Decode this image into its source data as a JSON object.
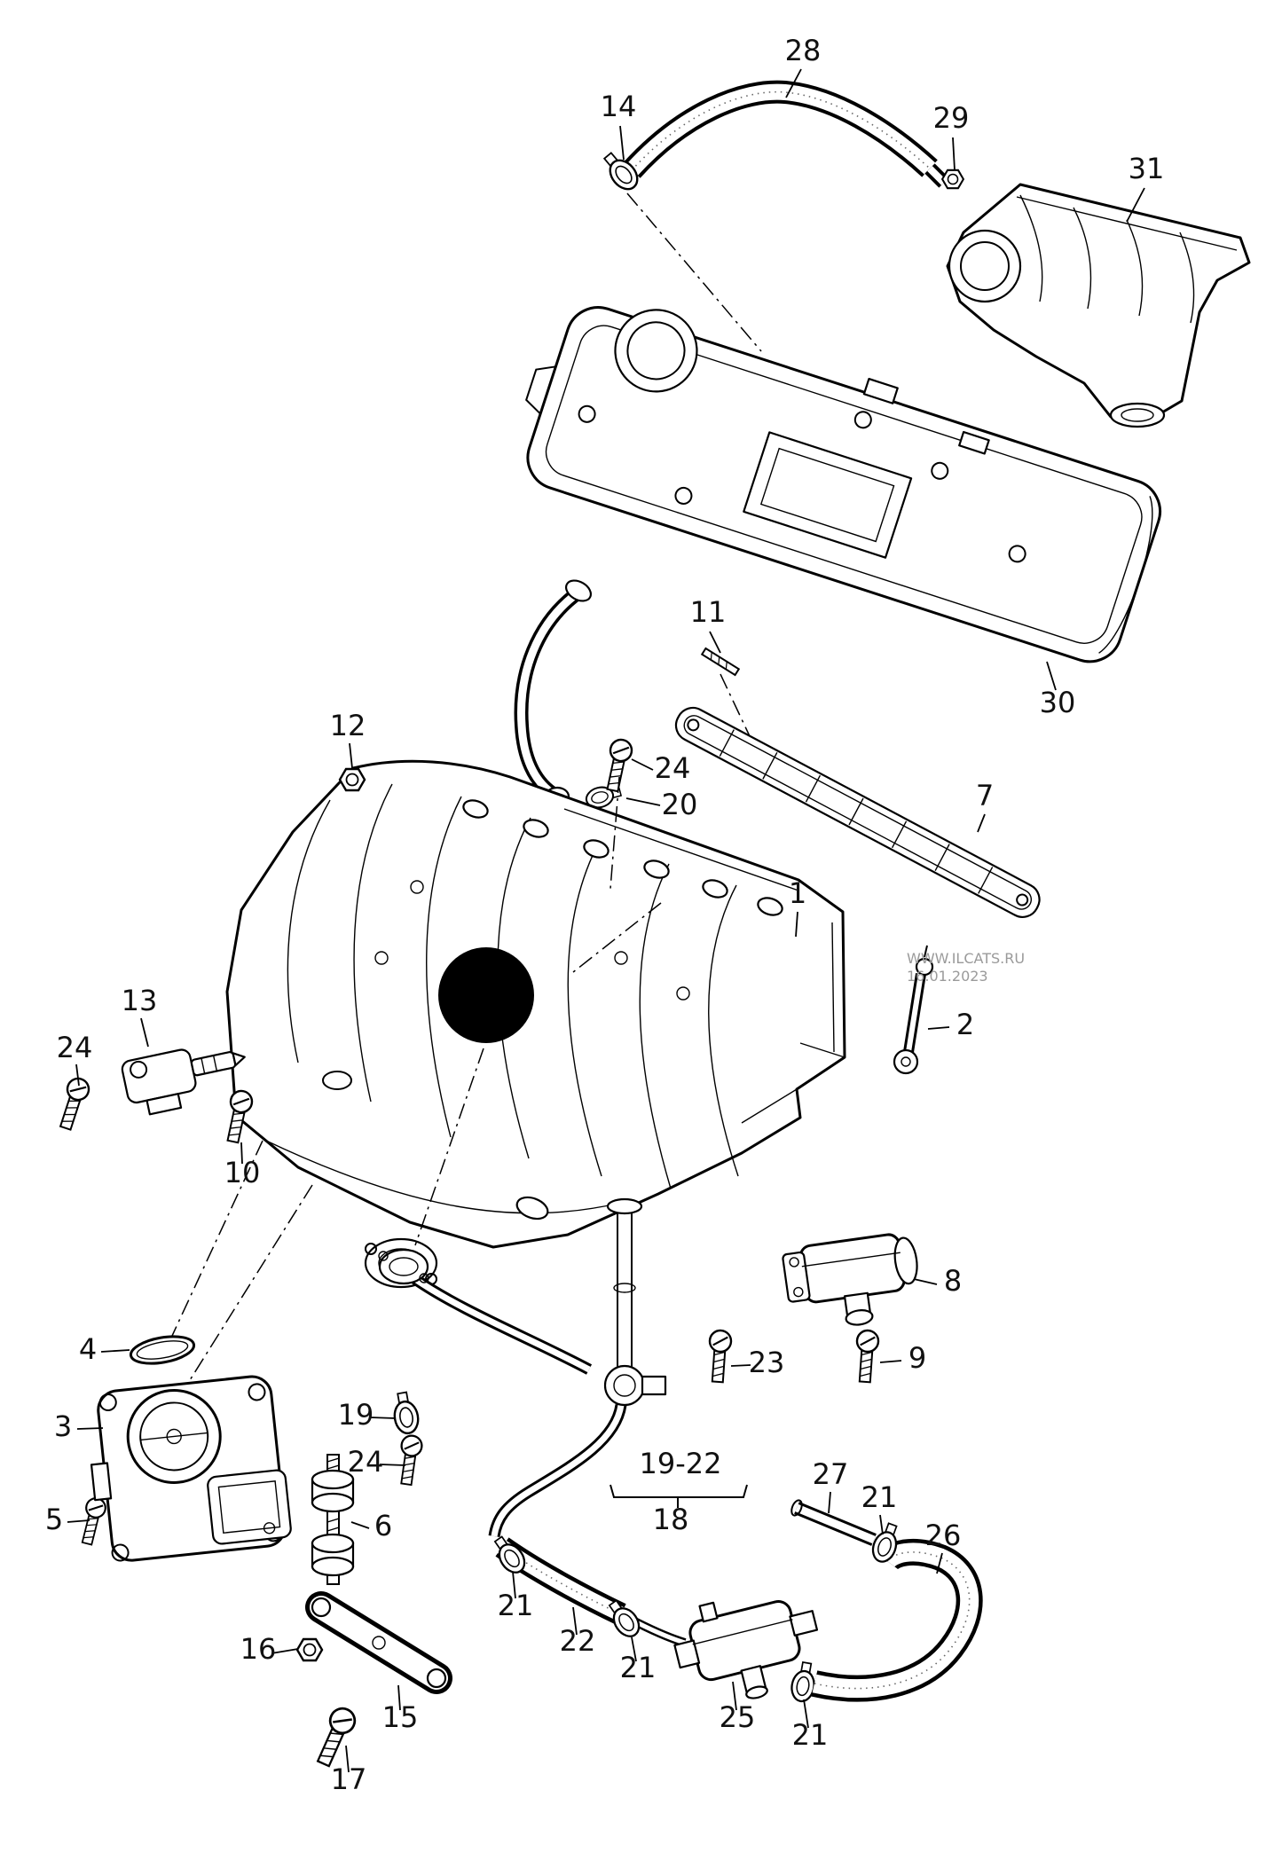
{
  "page": {
    "background": "#ffffff",
    "type": "exploded-parts-diagram",
    "line_color": "#000000"
  },
  "watermark": {
    "line1": "WWW.ILCATS.RU",
    "line2": "16.01.2023",
    "color": "#9a9a9a"
  },
  "callouts": [
    {
      "id": "28",
      "label": "28"
    },
    {
      "id": "14",
      "label": "14"
    },
    {
      "id": "29",
      "label": "29"
    },
    {
      "id": "31",
      "label": "31"
    },
    {
      "id": "11",
      "label": "11"
    },
    {
      "id": "30",
      "label": "30"
    },
    {
      "id": "12",
      "label": "12"
    },
    {
      "id": "24a",
      "label": "24"
    },
    {
      "id": "20",
      "label": "20"
    },
    {
      "id": "7",
      "label": "7"
    },
    {
      "id": "1",
      "label": "1"
    },
    {
      "id": "2",
      "label": "2"
    },
    {
      "id": "13",
      "label": "13"
    },
    {
      "id": "24b",
      "label": "24"
    },
    {
      "id": "10",
      "label": "10"
    },
    {
      "id": "8",
      "label": "8"
    },
    {
      "id": "9",
      "label": "9"
    },
    {
      "id": "23",
      "label": "23"
    },
    {
      "id": "4",
      "label": "4"
    },
    {
      "id": "3",
      "label": "3"
    },
    {
      "id": "19",
      "label": "19"
    },
    {
      "id": "24c",
      "label": "24"
    },
    {
      "id": "5",
      "label": "5"
    },
    {
      "id": "6",
      "label": "6"
    },
    {
      "id": "19-22",
      "label": "19-22"
    },
    {
      "id": "18",
      "label": "18"
    },
    {
      "id": "27",
      "label": "27"
    },
    {
      "id": "21a",
      "label": "21"
    },
    {
      "id": "26",
      "label": "26"
    },
    {
      "id": "21b",
      "label": "21"
    },
    {
      "id": "22",
      "label": "22"
    },
    {
      "id": "21c",
      "label": "21"
    },
    {
      "id": "25",
      "label": "25"
    },
    {
      "id": "21d",
      "label": "21"
    },
    {
      "id": "16",
      "label": "16"
    },
    {
      "id": "15",
      "label": "15"
    },
    {
      "id": "17",
      "label": "17"
    }
  ]
}
